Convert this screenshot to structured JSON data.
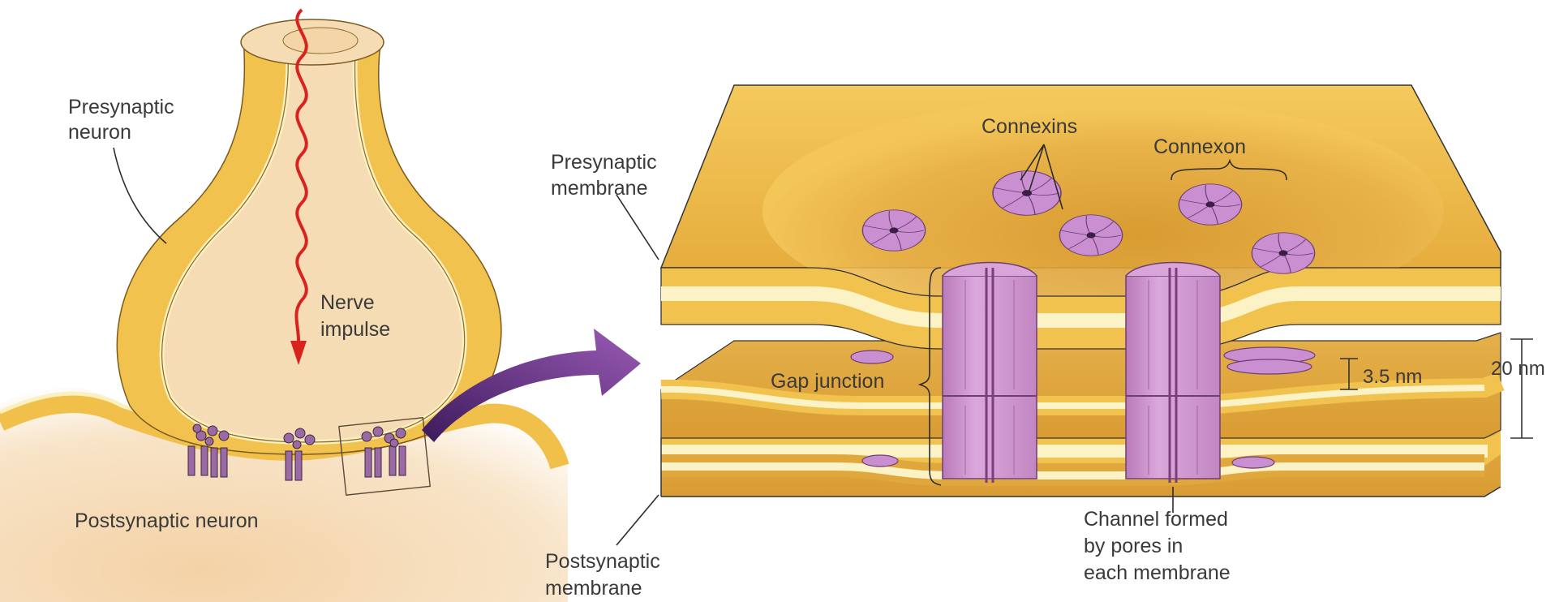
{
  "labels": {
    "presynaptic_neuron": [
      "Presynaptic",
      "neuron"
    ],
    "nerve_impulse": [
      "Nerve",
      "impulse"
    ],
    "postsynaptic_neuron": "Postsynaptic neuron",
    "presynaptic_membrane": [
      "Presynaptic",
      "membrane"
    ],
    "postsynaptic_membrane": [
      "Postsynaptic",
      "membrane"
    ],
    "connexins": "Connexins",
    "connexon": "Connexon",
    "gap_junction": "Gap junction",
    "channel": [
      "Channel formed",
      "by pores in",
      "each membrane"
    ],
    "dim_inner": "3.5 nm",
    "dim_outer": "20 nm"
  },
  "colors": {
    "membrane_yellow": "#f2c24e",
    "membrane_dark": "#d89a2a",
    "cream": "#fbf2c6",
    "cytoplasm": "#f6dcb4",
    "protein": "#cf95cf",
    "protein_dark": "#8a4f8a",
    "impulse_arrow": "#d8231f",
    "zoom_arrow": "#7a3f92"
  }
}
